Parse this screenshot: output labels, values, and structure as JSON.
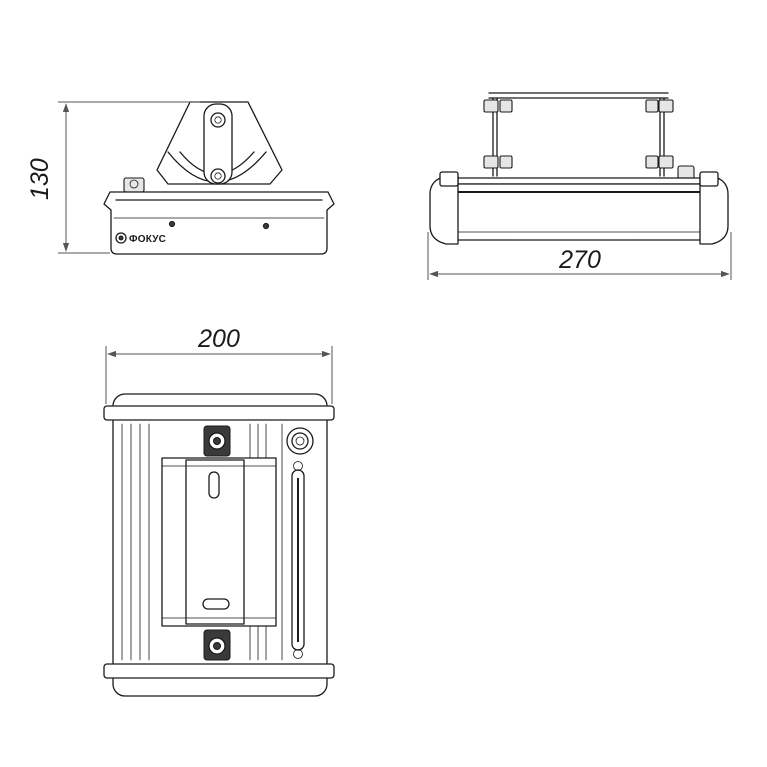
{
  "dimensions": {
    "height_label": "130",
    "width_label": "270",
    "depth_label": "200"
  },
  "branding": {
    "logo_text": "ФОКУС"
  },
  "colors": {
    "line": "#1a1a1a",
    "dimension_line": "#555555",
    "background": "#ffffff"
  },
  "views": [
    "side-view",
    "front-view",
    "top-view"
  ]
}
